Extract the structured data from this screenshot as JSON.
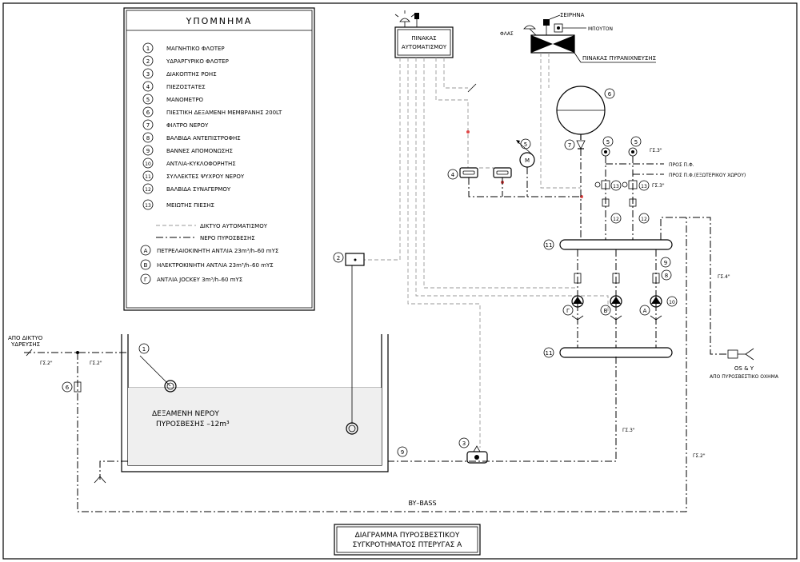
{
  "legend": {
    "title": "ΥΠΟΜΝΗΜΑ",
    "items": [
      {
        "num": "1",
        "text": "ΜΑΓΝΗΤΙΚΟ ΦΛΟΤΕΡ"
      },
      {
        "num": "2",
        "text": "ΥΔΡΑΡΓΥΡΙΚΟ ΦΛΟΤΕΡ"
      },
      {
        "num": "3",
        "text": "ΔΙΑΚΟΠΤΗΣ ΡΟΗΣ"
      },
      {
        "num": "4",
        "text": "ΠΙΕΖΟΣΤΑΤΕΣ"
      },
      {
        "num": "5",
        "text": "ΜΑΝΟΜΕΤΡΟ"
      },
      {
        "num": "6",
        "text": "ΠΙΕΣΤΙΚΗ ΔΕΞΑΜΕΝΗ ΜΕΜΒΡΑΝΗΣ 200LT"
      },
      {
        "num": "7",
        "text": "ΦΙΛΤΡΟ ΝΕΡΟΥ"
      },
      {
        "num": "8",
        "text": "ΒΑΛΒΙΔΑ ΑΝΤΕΠΙΣΤΡΟΦΗΣ"
      },
      {
        "num": "9",
        "text": "ΒΑΝΝΕΣ ΑΠΟΜΟΝΩΣΗΣ"
      },
      {
        "num": "10",
        "text": "ΑΝΤΛΙΑ-ΚΥΚΛΟΦΟΡΗΤΗΣ"
      },
      {
        "num": "11",
        "text": "ΣΥΛΛΕΚΤΕΣ ΨΥΧΡΟΥ ΝΕΡΟΥ"
      },
      {
        "num": "12",
        "text": "ΒΑΛΒΙΔΑ ΣΥΝΑΓΕΡΜΟΥ"
      },
      {
        "num": "13",
        "text": "ΜΕΙΩΤΗΣ ΠΙΕΣΗΣ"
      }
    ],
    "line_automation": "ΔΙΚΤΥΟ ΑΥΤΟΜΑΤΙΣΜΟΥ",
    "line_fire": "ΝΕΡΟ ΠΥΡΟΣΒΕΣΗΣ",
    "pumps": [
      {
        "letter": "A",
        "text": "ΠΕΤΡΕΛΑΙΟΚΙΝΗΤΗ ΑΝΤΛΙΑ   23m³/h–60 mΥΣ"
      },
      {
        "letter": "B",
        "text": "ΗΛΕΚΤΡΟΚΙΝΗΤΗ ΑΝΤΛΙΑ   23m³/h–60 mΥΣ"
      },
      {
        "letter": "Γ",
        "text": "ΑΝΤΛΙΑ JOCKEY  3m³/h–60 mΥΣ"
      }
    ]
  },
  "panels": {
    "automation": [
      "ΠΙΝΑΚΑΣ",
      "ΑΥΤΟΜΑΤΙΣΜΟΥ"
    ],
    "fire_panel": "ΠΙΝΑΚΑΣ ΠΥΡΑΝΙΧΝΕΥΣΗΣ",
    "siren": "ΣΕΙΡΗΝΑ",
    "flash": "ΦΛΑΣ",
    "button": "ΜΠΟΥΤΟΝ"
  },
  "labels": {
    "from_network": [
      "ΑΠΟ ΔΙΚΤΥΟ",
      "ΥΔΡΕΥΣΗΣ"
    ],
    "tank": [
      "ΔΕΞΑΜΕΝΗ ΝΕΡΟΥ",
      "ΠΥΡΟΣΒΕΣΗΣ –12m³"
    ],
    "bypass": "BY–BASS",
    "to_pf": "ΠΡΟΣ Π.Φ.",
    "to_pf_ext": "ΠΡΟΣ Π.Φ.(ΕΞΩΤΕΡΙΚΟΥ ΧΩΡΟΥ)",
    "os_y": [
      "OS & Y",
      "ΑΠΟ ΠΥΡΟΣΒΕΣΤΙΚΟ ΟΧΗΜΑ"
    ],
    "g2a": "ΓΣ.2\"",
    "g2b": "ΓΣ.2\"",
    "g2c": "ΓΣ.2\"",
    "g3a": "ΓΣ.3\"",
    "g3b": "ΓΣ.3\"",
    "g3c": "ΓΣ.3\"",
    "g4": "ΓΣ.4\""
  },
  "callouts": {
    "n1": "1",
    "n2": "2",
    "n3": "3",
    "n4": "4",
    "n5a": "5",
    "n5b": "5",
    "n5c": "5",
    "n6": "6",
    "n6b": "6",
    "n7": "7",
    "n8": "8",
    "n9a": "9",
    "n9b": "9",
    "n10": "10",
    "n11a": "11",
    "n11b": "11",
    "n12a": "12",
    "n12b": "12",
    "n13a": "13",
    "n13b": "13",
    "pA": "A",
    "pB": "B",
    "pG": "Γ"
  },
  "title_block": [
    "ΔΙΑΓΡΑΜΜΑ ΠΥΡΟΣΒΕΣΤΙΚΟΥ",
    "ΣΥΓΚΡΟΤΗΜΑΤΟΣ ΠΤΕΡΥΓΑΣ Α"
  ]
}
